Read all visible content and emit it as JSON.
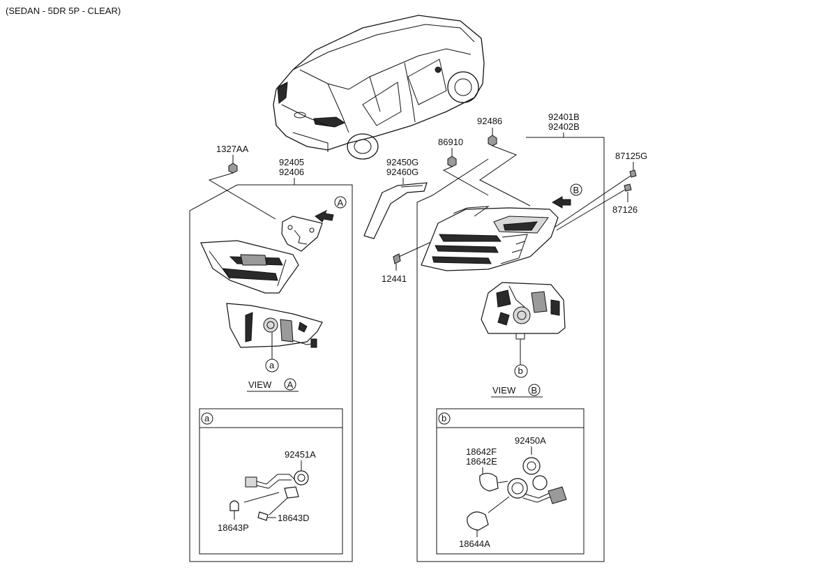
{
  "header": {
    "variant": "(SEDAN - 5DR 5P - CLEAR)"
  },
  "parts": {
    "p1327AA": "1327AA",
    "p92405": "92405",
    "p92406": "92406",
    "p92450G": "92450G",
    "p92460G": "92460G",
    "p12441": "12441",
    "p86910": "86910",
    "p92486": "92486",
    "p92401B": "92401B",
    "p92402B": "92402B",
    "p87125G": "87125G",
    "p87126": "87126",
    "p92451A": "92451A",
    "p18643P": "18643P",
    "p18643D": "18643D",
    "p18642F": "18642F",
    "p18642E": "18642E",
    "p92450A": "92450A",
    "p18644A": "18644A"
  },
  "callouts": {
    "A": "A",
    "B": "B",
    "a": "a",
    "b": "b"
  },
  "views": {
    "view_text": "VIEW"
  },
  "colors": {
    "line": "#111111",
    "background": "#ffffff"
  }
}
